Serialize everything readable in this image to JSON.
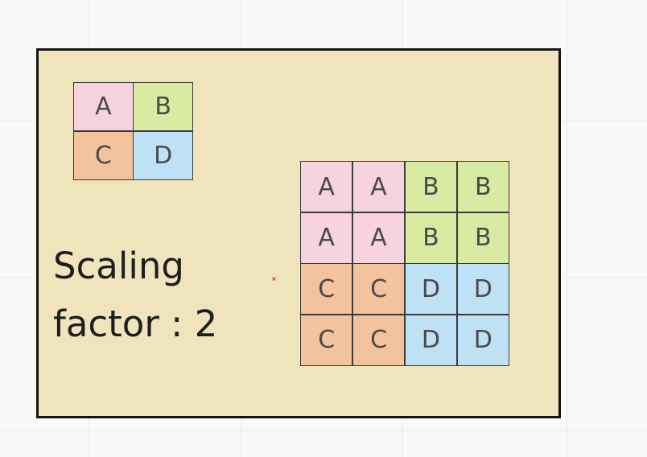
{
  "colors": {
    "A": "#f6d3de",
    "B": "#d9eaa2",
    "C": "#f2c39c",
    "D": "#bfe1f6",
    "panel": "#f0e4bc"
  },
  "original": {
    "cells": [
      [
        "A",
        "B"
      ],
      [
        "C",
        "D"
      ]
    ]
  },
  "scaled": {
    "cells": [
      [
        "A",
        "A",
        "B",
        "B"
      ],
      [
        "A",
        "A",
        "B",
        "B"
      ],
      [
        "C",
        "C",
        "D",
        "D"
      ],
      [
        "C",
        "C",
        "D",
        "D"
      ]
    ]
  },
  "caption": {
    "line1": "Scaling",
    "line2": "factor : 2"
  }
}
